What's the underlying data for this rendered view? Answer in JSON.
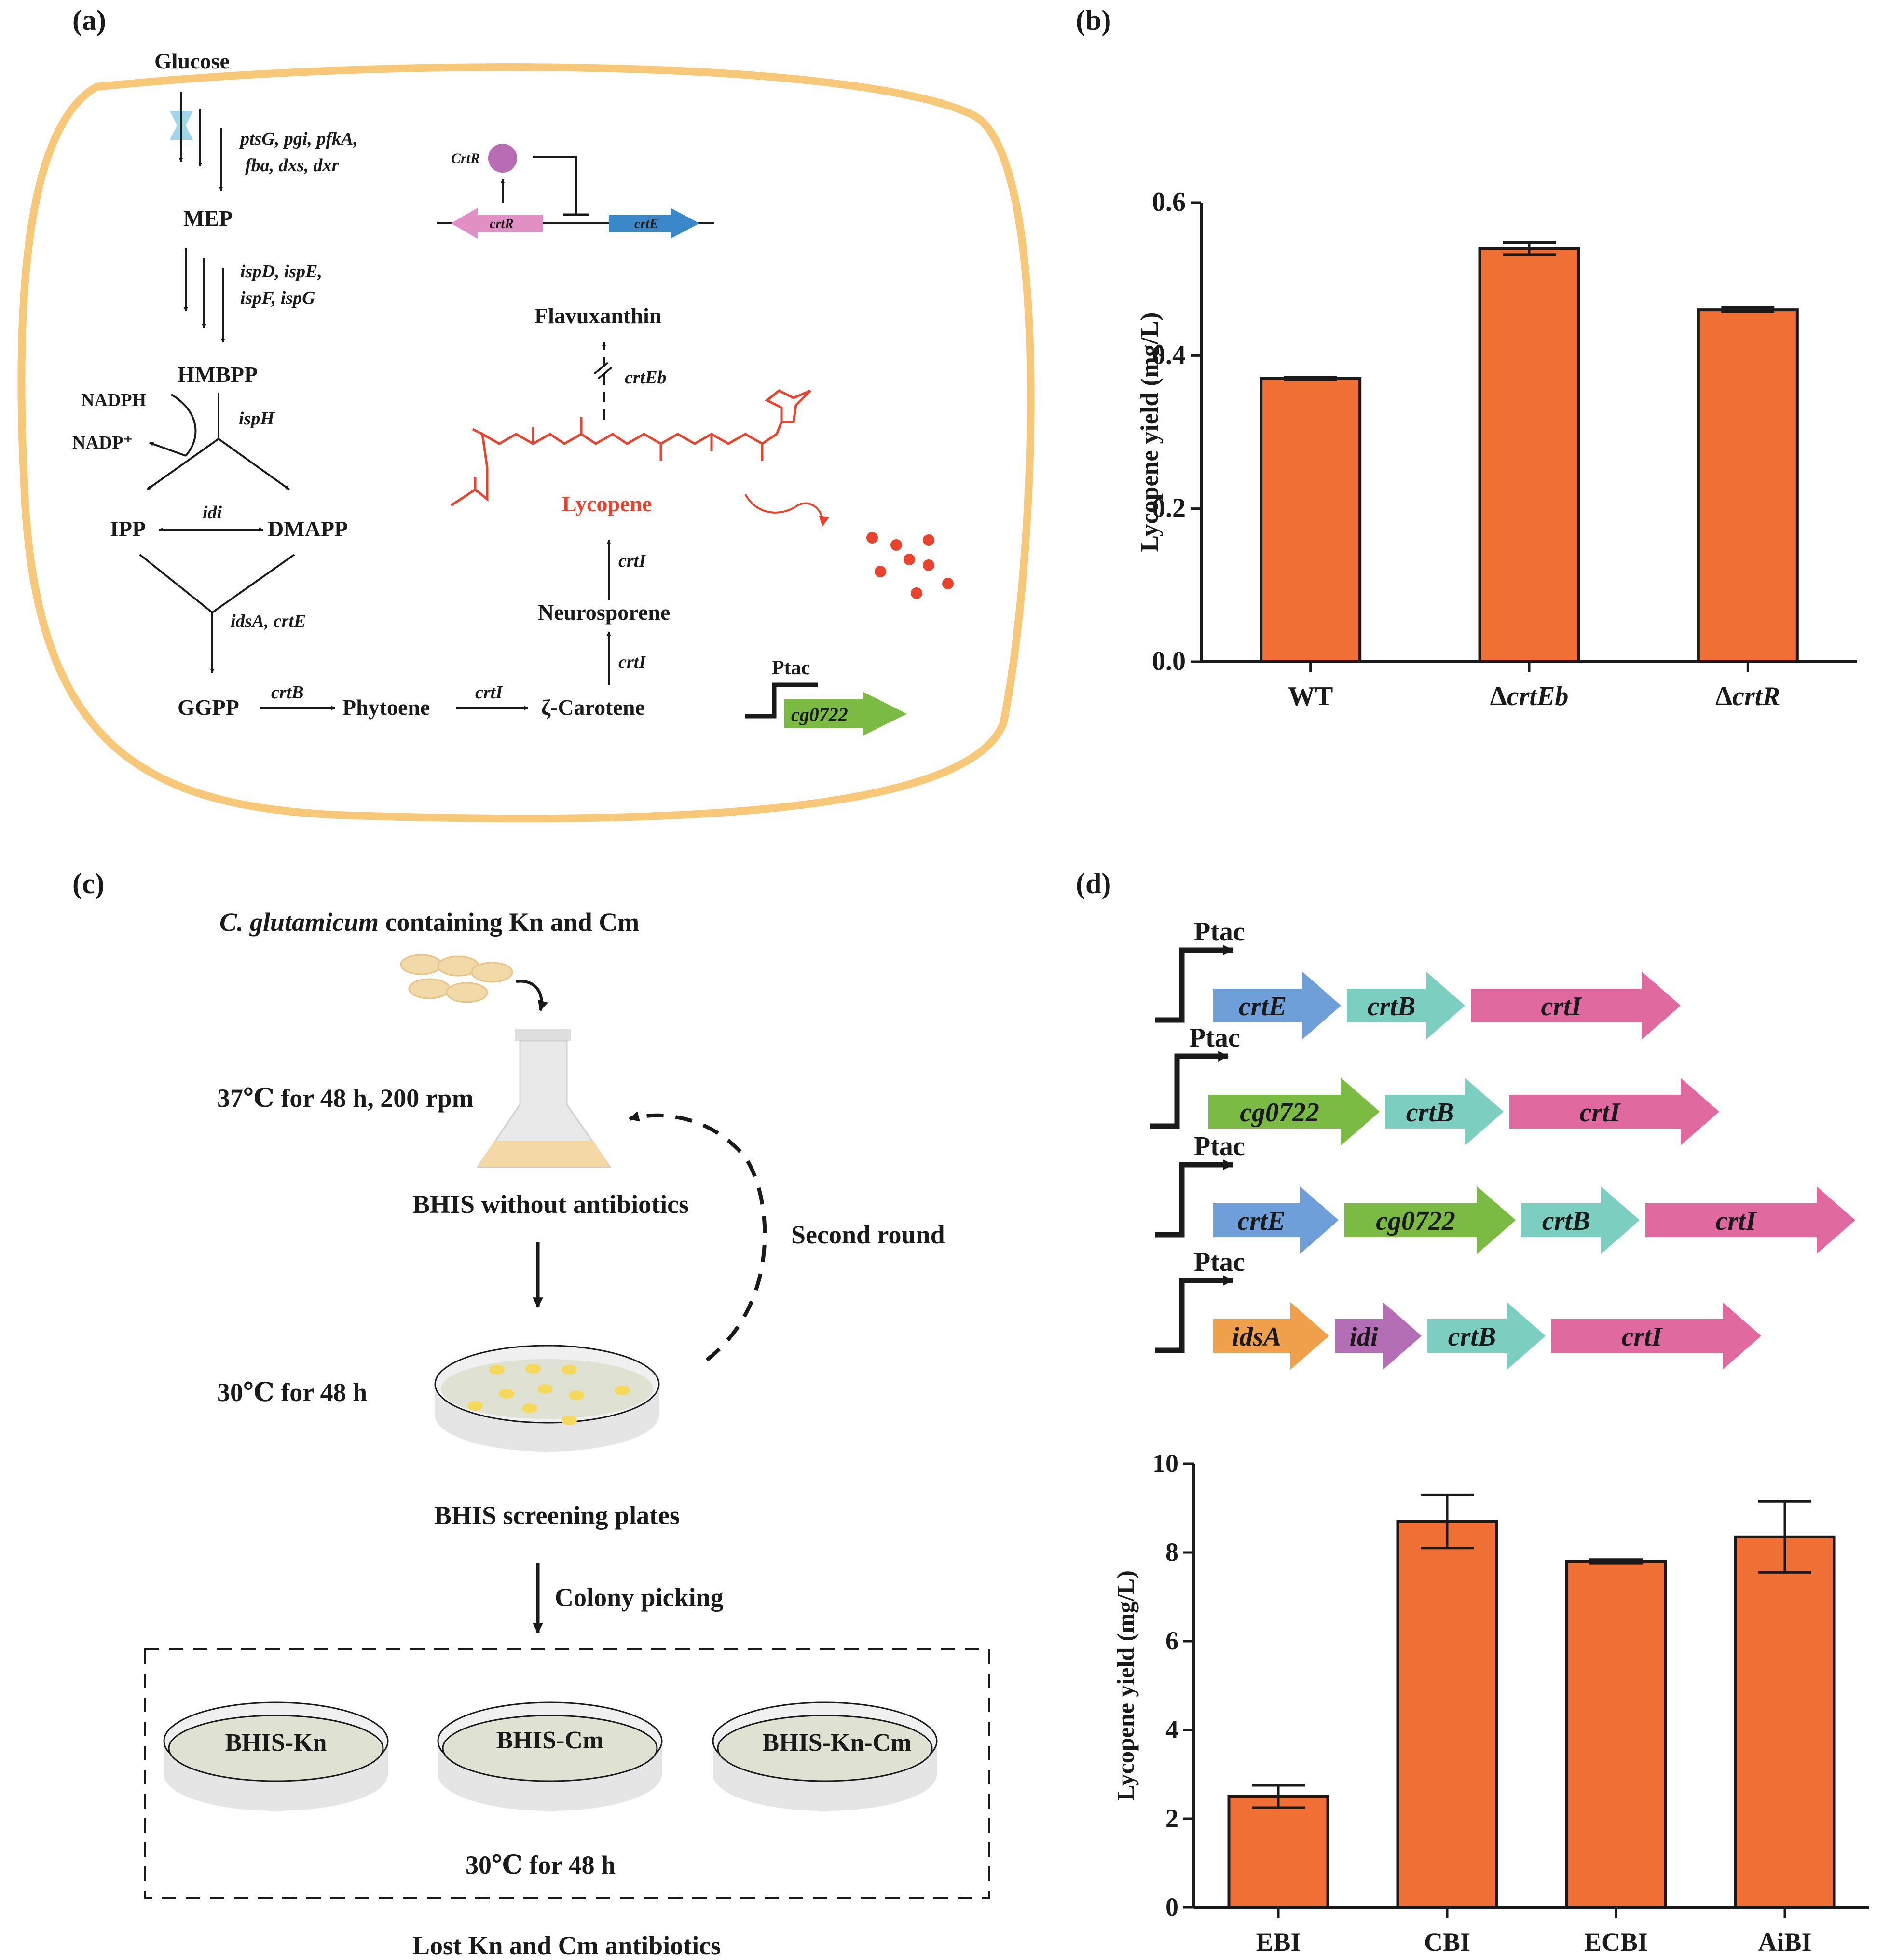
{
  "panel_labels": {
    "a": "(a)",
    "b": "(b)",
    "c": "(c)",
    "d": "(d)"
  },
  "panel_a": {
    "glucose": "Glucose",
    "genes_1a": "ptsG, pgi, pfkA,",
    "genes_1b": "fba, dxs, dxr",
    "mep": "MEP",
    "genes_2a": "ispD, ispE,",
    "genes_2b": "ispF, ispG",
    "hmbpp": "HMBPP",
    "nadph": "NADPH",
    "nadp": "NADP⁺",
    "isph": "ispH",
    "ipp": "IPP",
    "idi": "idi",
    "dmapp": "DMAPP",
    "idsa_crte": "idsA, crtE",
    "ggpp": "GGPP",
    "crtb": "crtB",
    "phytoene": "Phytoene",
    "crti_1": "crtI",
    "zeta_carotene": "ζ-Carotene",
    "crti_2": "crtI",
    "neurosporene": "Neurosporene",
    "crti_3": "crtI",
    "lycopene": "Lycopene",
    "crteb": "crtEb",
    "flavuxanthin": "Flavuxanthin",
    "crtr_protein": "CrtR",
    "crtr_gene": "crtR",
    "crte_gene": "crtE",
    "ptac": "Ptac",
    "cg0722": "cg0722"
  },
  "panel_b": {
    "chart_data": {
      "type": "bar",
      "categories": [
        "WT",
        "ΔcrtEb",
        "ΔcrtR"
      ],
      "values": [
        0.37,
        0.54,
        0.46
      ],
      "errors": [
        0.002,
        0.008,
        0.003
      ],
      "ylabel": "Lycopene yield (mg/L)",
      "ylim": [
        0,
        0.6
      ],
      "yticks": [
        "0.0",
        "0.2",
        "0.4",
        "0.6"
      ],
      "bar_color": "#ef6f35"
    }
  },
  "panel_c": {
    "strain": "C. glutamicum",
    "strain_rest": " containing Kn and Cm",
    "cond1": "37℃ for 48 h, 200 rpm",
    "medium1": "BHIS without antibiotics",
    "second_round": "Second round",
    "cond2": "30℃ for 48 h",
    "plates1": "BHIS screening plates",
    "colony_picking": "Colony picking",
    "plate_kn": "BHIS-Kn",
    "plate_cm": "BHIS-Cm",
    "plate_kncm": "BHIS-Kn-Cm",
    "cond3": "30℃ for 48 h",
    "result": "Lost Kn and Cm antibiotics"
  },
  "panel_d": {
    "ptac": "Ptac",
    "constructs": [
      {
        "name": "EBI",
        "genes": [
          "crtE",
          "crtB",
          "crtI"
        ]
      },
      {
        "name": "CBI",
        "genes": [
          "cg0722",
          "crtB",
          "crtI"
        ]
      },
      {
        "name": "ECBI",
        "genes": [
          "crtE",
          "cg0722",
          "crtB",
          "crtI"
        ]
      },
      {
        "name": "AiBI",
        "genes": [
          "idsA",
          "idi",
          "crtB",
          "crtI"
        ]
      }
    ],
    "gene_colors": {
      "crtE": "#6f9fd8",
      "crtB": "#7ccfc0",
      "crtI": "#e06aa0",
      "cg0722": "#7bba43",
      "idsA": "#f0a04b",
      "idi": "#b46eb5"
    },
    "chart_data": {
      "type": "bar",
      "categories": [
        "EBI",
        "CBI",
        "ECBI",
        "AiBI"
      ],
      "values": [
        2.5,
        8.7,
        7.8,
        8.35
      ],
      "errors": [
        0.25,
        0.6,
        0.04,
        0.8
      ],
      "ylabel": "Lycopene yield (mg/L)",
      "ylim": [
        0,
        10
      ],
      "yticks": [
        "0",
        "2",
        "4",
        "6",
        "8",
        "10"
      ],
      "bar_color": "#ef6f35"
    }
  }
}
